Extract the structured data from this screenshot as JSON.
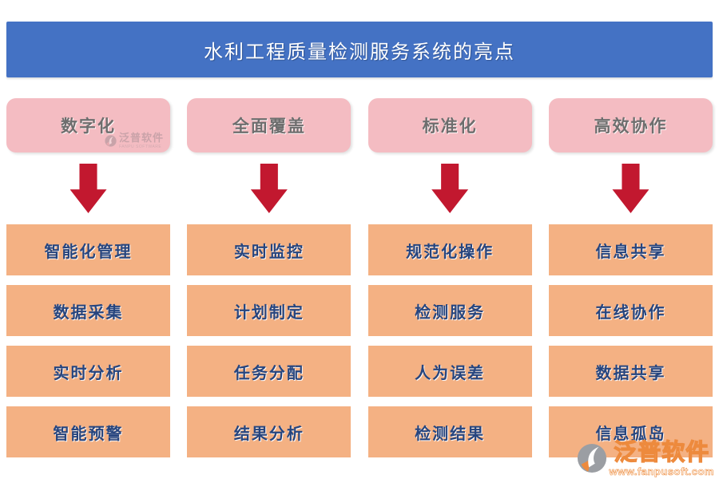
{
  "header": {
    "title": "水利工程质量检测服务系统的亮点"
  },
  "columns": [
    {
      "category": "数字化",
      "items": [
        "智能化管理",
        "数据采集",
        "实时分析",
        "智能预警"
      ]
    },
    {
      "category": "全面覆盖",
      "items": [
        "实时监控",
        "计划制定",
        "任务分配",
        "结果分析"
      ]
    },
    {
      "category": "标准化",
      "items": [
        "规范化操作",
        "检测服务",
        "人为误差",
        "检测结果"
      ]
    },
    {
      "category": "高效协作",
      "items": [
        "信息共享",
        "在线协作",
        "数据共享",
        "信息孤岛"
      ]
    }
  ],
  "watermark": {
    "brand": "泛普软件",
    "brand_en": "FANPU SOFTWARE",
    "url": "www.fanpusoft.com"
  },
  "colors": {
    "header_bg": "#4472C4",
    "header_text": "#FFFFFF",
    "category_bg": "#F4BCC2",
    "category_text": "#6E6E6E",
    "arrow": "#C2182F",
    "item_bg": "#F4B183",
    "item_text": "#27457E",
    "brand_orange": "#ED8A3D"
  }
}
